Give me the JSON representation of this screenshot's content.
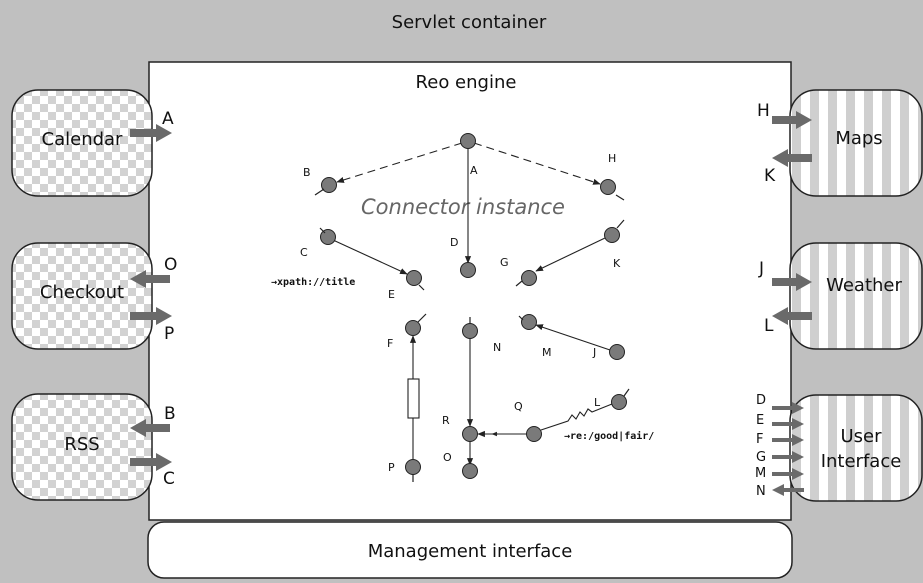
{
  "container": {
    "title": "Servlet container"
  },
  "engine": {
    "title": "Reo engine",
    "connector_label": "Connector instance"
  },
  "management": {
    "label": "Management interface"
  },
  "components": {
    "calendar": {
      "label": "Calendar",
      "ports": [
        "A"
      ]
    },
    "checkout": {
      "label": "Checkout",
      "ports": [
        "O",
        "P"
      ]
    },
    "rss": {
      "label": "RSS",
      "ports": [
        "B",
        "C"
      ]
    },
    "maps": {
      "label": "Maps",
      "ports": [
        "H",
        "K"
      ]
    },
    "weather": {
      "label": "Weather",
      "ports": [
        "J",
        "L"
      ]
    },
    "ui": {
      "label_line1": "User",
      "label_line2": "Interface",
      "ports": [
        "D",
        "E",
        "F",
        "G",
        "M",
        "N"
      ]
    }
  },
  "nodes": [
    "A",
    "B",
    "H",
    "C",
    "D",
    "E",
    "G",
    "K",
    "F",
    "N",
    "M",
    "J",
    "L",
    "Q",
    "R",
    "P",
    "O"
  ],
  "filters": {
    "xpath": "→xpath://title",
    "regex": "→re:/good|fair/"
  }
}
